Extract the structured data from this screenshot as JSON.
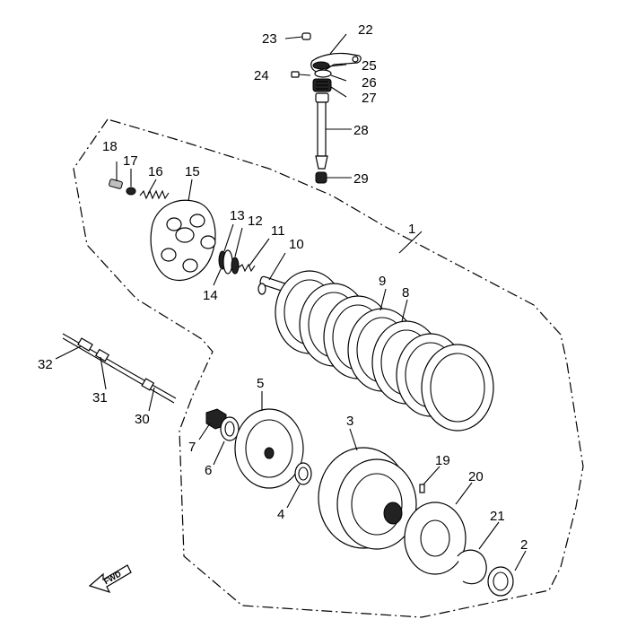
{
  "diagram": {
    "callouts": [
      {
        "id": "c1",
        "text": "1"
      },
      {
        "id": "c2",
        "text": "2"
      },
      {
        "id": "c3",
        "text": "3"
      },
      {
        "id": "c4",
        "text": "4"
      },
      {
        "id": "c5",
        "text": "5"
      },
      {
        "id": "c6",
        "text": "6"
      },
      {
        "id": "c7",
        "text": "7"
      },
      {
        "id": "c8",
        "text": "8"
      },
      {
        "id": "c9",
        "text": "9"
      },
      {
        "id": "c10",
        "text": "10"
      },
      {
        "id": "c11",
        "text": "11"
      },
      {
        "id": "c12",
        "text": "12"
      },
      {
        "id": "c13",
        "text": "13"
      },
      {
        "id": "c14",
        "text": "14"
      },
      {
        "id": "c15",
        "text": "15"
      },
      {
        "id": "c16",
        "text": "16"
      },
      {
        "id": "c17",
        "text": "17"
      },
      {
        "id": "c18",
        "text": "18"
      },
      {
        "id": "c19",
        "text": "19"
      },
      {
        "id": "c20",
        "text": "20"
      },
      {
        "id": "c21",
        "text": "21"
      },
      {
        "id": "c22",
        "text": "22"
      },
      {
        "id": "c23",
        "text": "23"
      },
      {
        "id": "c24",
        "text": "24"
      },
      {
        "id": "c25",
        "text": "25"
      },
      {
        "id": "c26",
        "text": "26"
      },
      {
        "id": "c27",
        "text": "27"
      },
      {
        "id": "c28",
        "text": "28"
      },
      {
        "id": "c29",
        "text": "29"
      },
      {
        "id": "c30",
        "text": "30"
      },
      {
        "id": "c31",
        "text": "31"
      },
      {
        "id": "c32",
        "text": "32"
      }
    ],
    "fwd_label": "FWD"
  }
}
